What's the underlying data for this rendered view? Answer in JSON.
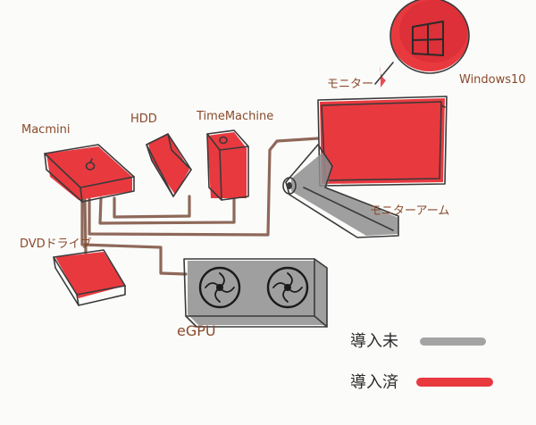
{
  "labels": {
    "mac_mini": "Macmini",
    "hdd": "HDD",
    "time_machine": "TimeMachine",
    "dvd_drive": "DVDドライブ",
    "monitor": "モニター",
    "monitor_arm": "モニターアーム",
    "windows": "Windows10",
    "egpu": "eGPU"
  },
  "legend": {
    "not_introduced": "導入未",
    "introduced": "導入済"
  },
  "colors": {
    "introduced": "#e8393f",
    "not_introduced": "#9a9a9a",
    "cable": "#7a4d3c"
  }
}
